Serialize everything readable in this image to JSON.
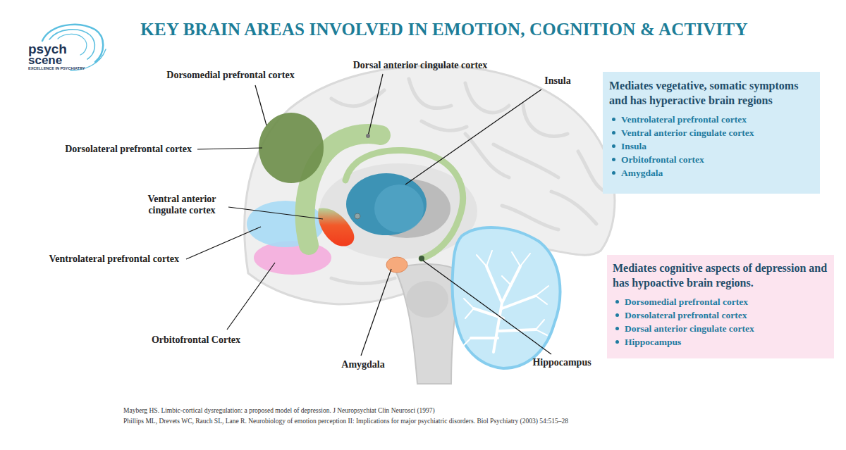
{
  "diagram": {
    "title": "KEY BRAIN AREAS INVOLVED IN EMOTION, COGNITION & ACTIVITY",
    "nodes": [
      {
        "text": [
          "Mediates vegetative, somatic symptoms and has hyperactive brain regions",
          "Ventrolateral prefrontal cortex",
          "Ventral anterior cingulate cortex",
          "Insula",
          "Orbitofrontal cortex",
          "Amygdala"
        ]
      },
      {
        "text": [
          "Mediates cognitive aspects of depression and has hypoactive brain regions.",
          "Dorsomedial prefrontal cortex",
          "Dorsolateral prefrontal cortex",
          "Dorsal anterior cingulate cortex",
          "Hippocampus"
        ]
      }
    ],
    "labels": [
      "psych",
      "scene",
      "EXCELLENCE IN PSYCHIATRY",
      "Dorsomedial prefrontal cortex",
      "Dorsal anterior cingulate cortex",
      "Insula",
      "Dorsolateral prefrontal cortex",
      "Ventral anterior cingulate cortex",
      "Ventrolateral prefrontal cortex",
      "Orbitofrontal Cortex",
      "Amygdala",
      "Hippocampus",
      "Mayberg HS. Limbic-cortical dysregulation: a proposed model of depression. J Neuropsychiat Clin Neurosci (1997)",
      "Phillips ML, Drevets WC, Rauch SL, Lane R. Neurobiology of emotion perception II: Implications for major psychiatric disorders. Biol Psychiatry (2003) 54:515–28"
    ]
  }
}
